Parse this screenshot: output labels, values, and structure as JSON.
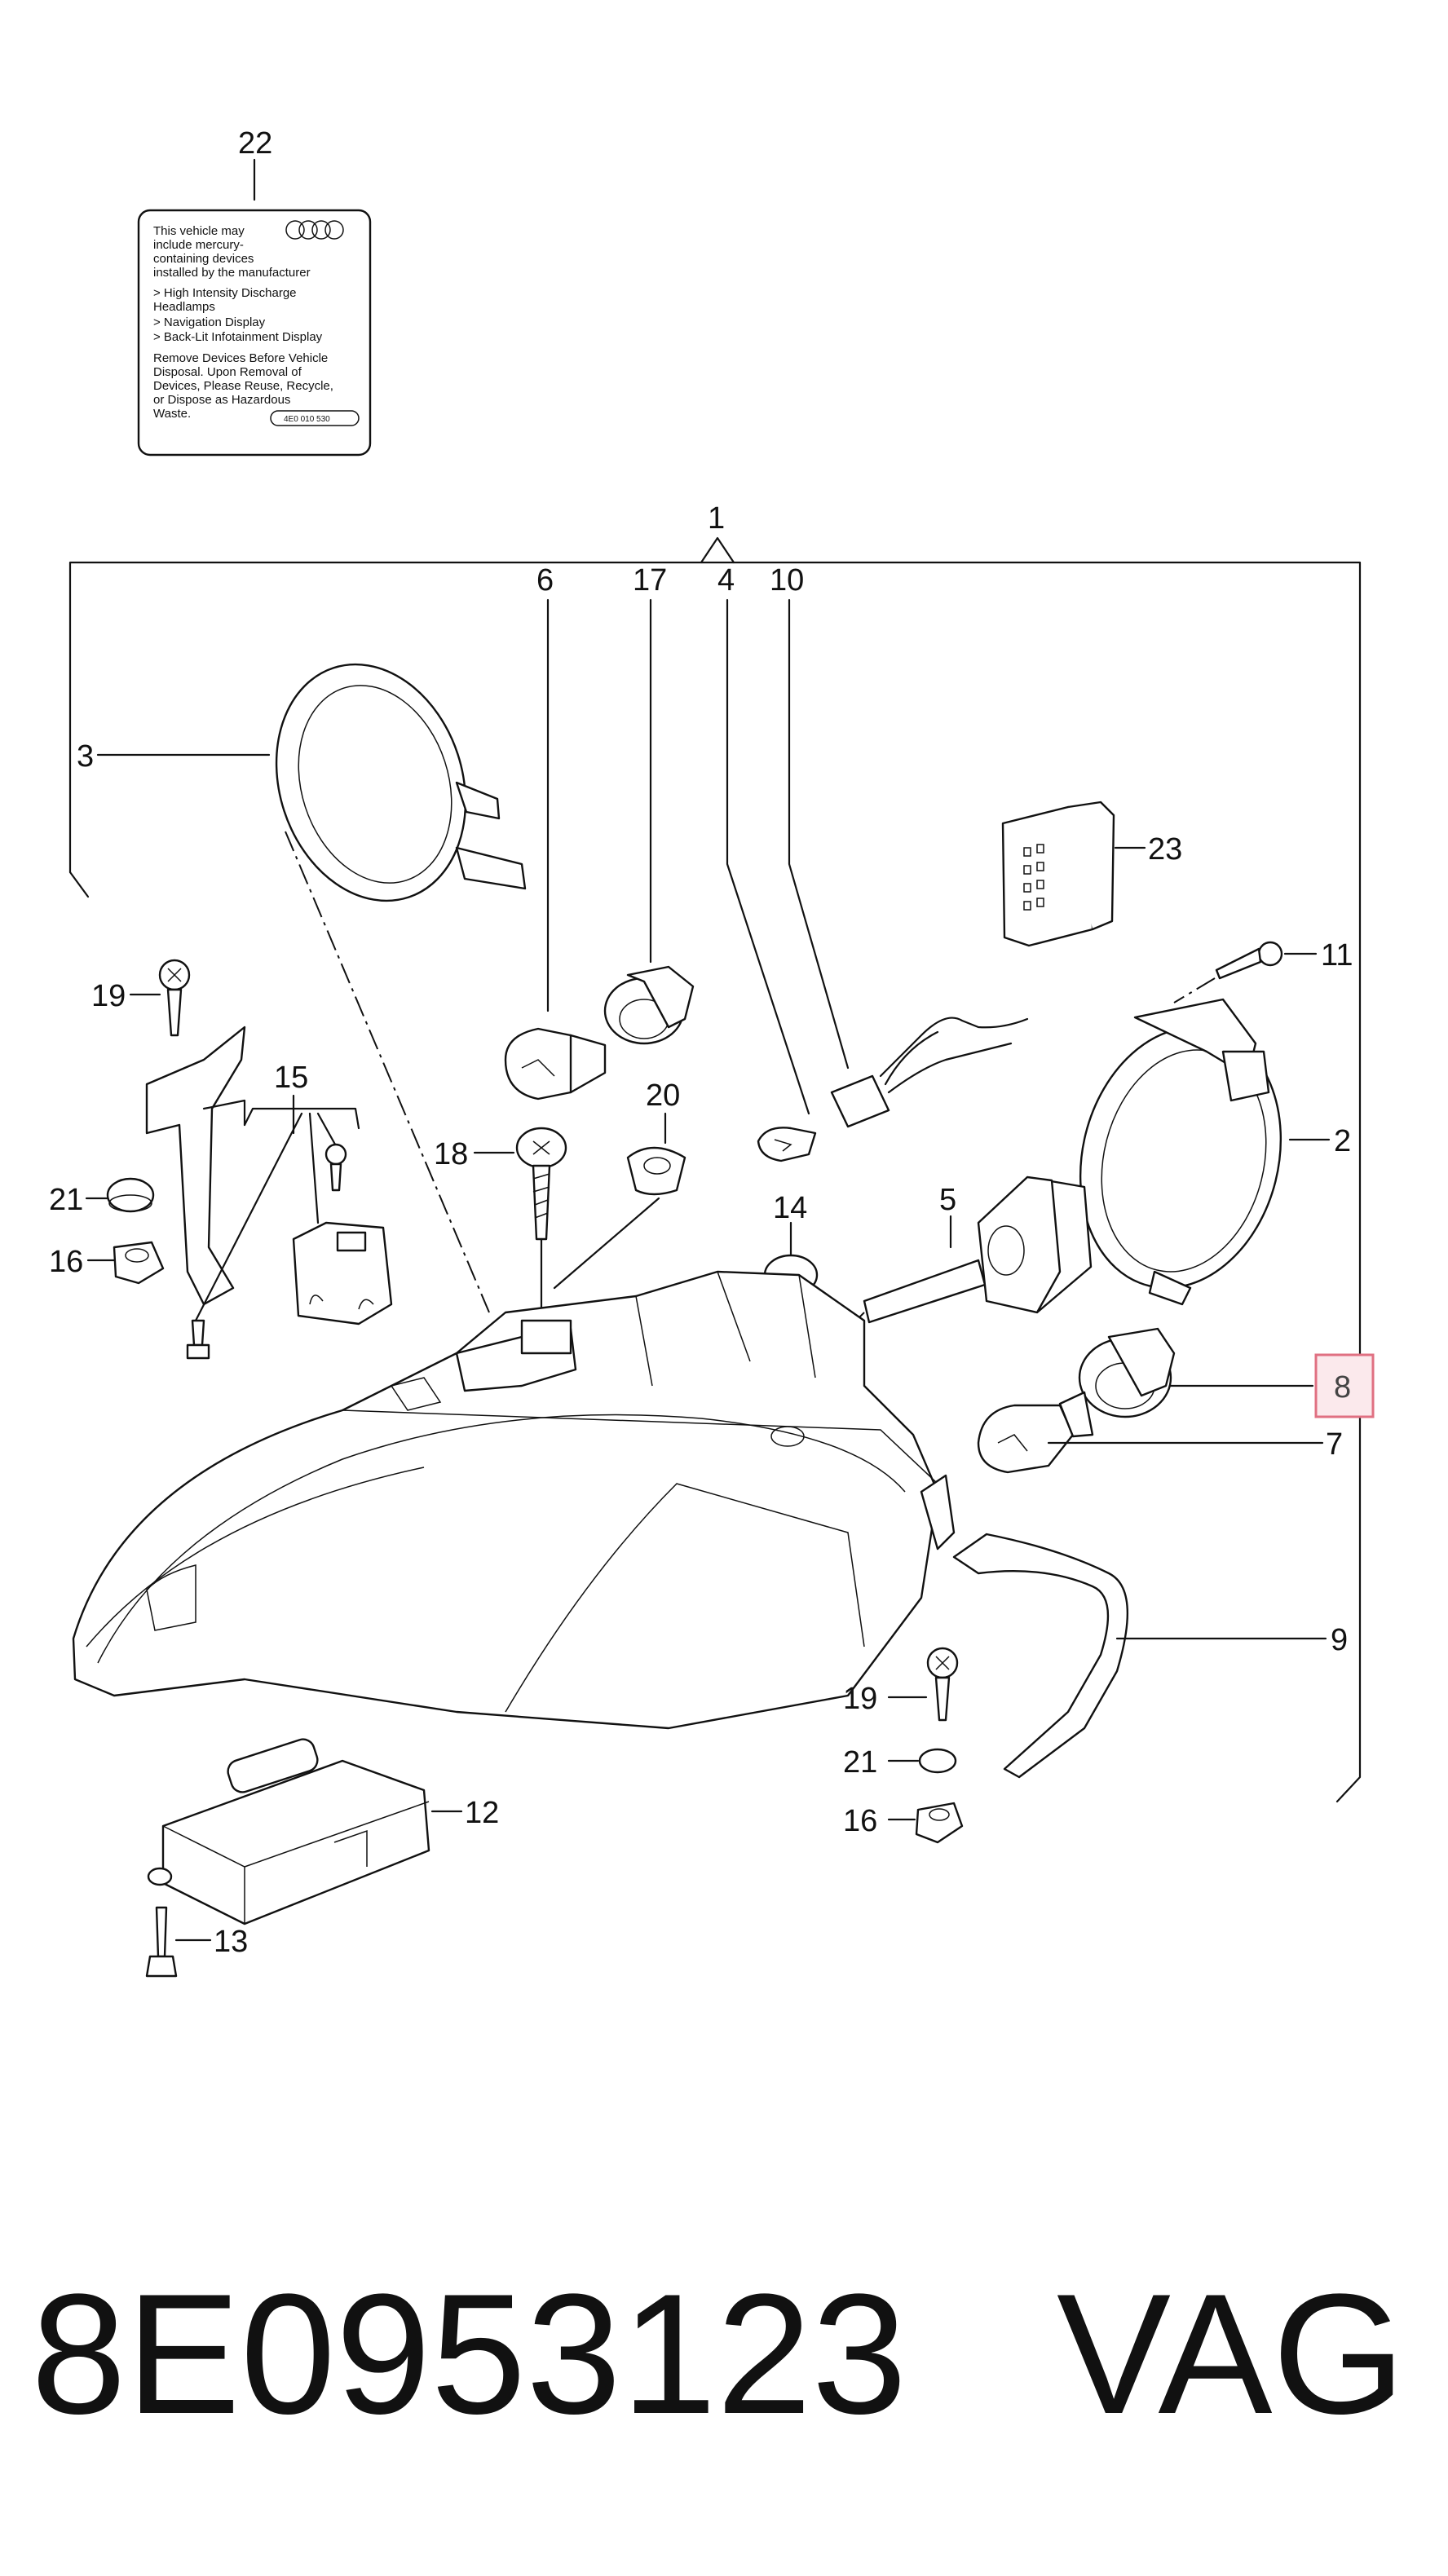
{
  "diagram": {
    "part_callouts": {
      "p1": "1",
      "p2": "2",
      "p3": "3",
      "p4": "4",
      "p5": "5",
      "p6": "6",
      "p7": "7",
      "p8": "8",
      "p9": "9",
      "p10": "10",
      "p11": "11",
      "p12": "12",
      "p13": "13",
      "p14": "14",
      "p15": "15",
      "p16a": "16",
      "p16b": "16",
      "p17": "17",
      "p18": "18",
      "p19a": "19",
      "p19b": "19",
      "p20": "20",
      "p21a": "21",
      "p21b": "21",
      "p22": "22",
      "p23": "23"
    },
    "highlighted_callout": "8",
    "highlight_color": "#e07082",
    "warning_label": {
      "lines": [
        "This vehicle may",
        "include mercury-",
        "containing devices",
        "installed by the manufacturer",
        "> High Intensity Discharge",
        "  Headlamps",
        "> Navigation Display",
        "> Back-Lit Infotainment Display",
        "Remove Devices Before Vehicle",
        "Disposal. Upon Removal of",
        "Devices, Please Reuse, Recycle,",
        "or Dispose as Hazardous",
        "Waste."
      ],
      "part_number": "4E0 010 530"
    }
  },
  "footer": {
    "part_number": "8E0953123",
    "brand": "VAG"
  }
}
